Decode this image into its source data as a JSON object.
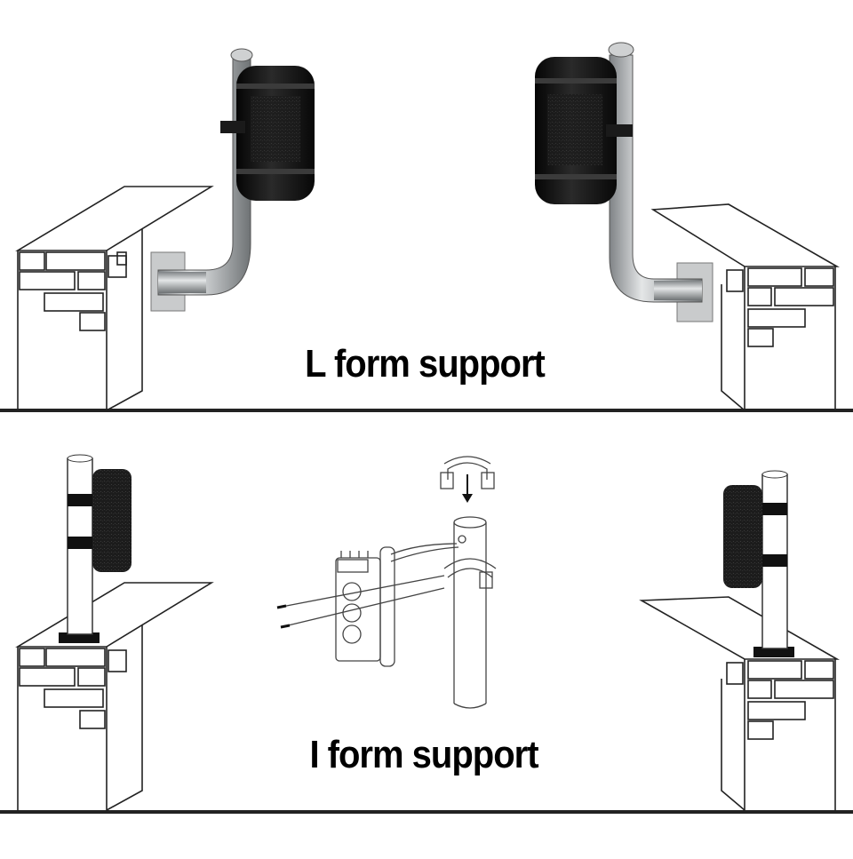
{
  "captions": {
    "l_form": "L form support",
    "i_form": "I form support"
  },
  "colors": {
    "line": "#222222",
    "detector_body": "#111111",
    "pipe_steel": "#a9acae",
    "background": "#ffffff"
  },
  "icons": [
    "l-bracket-detector",
    "i-pole-detector",
    "pole-clamp-diagram",
    "brick-pillar"
  ]
}
